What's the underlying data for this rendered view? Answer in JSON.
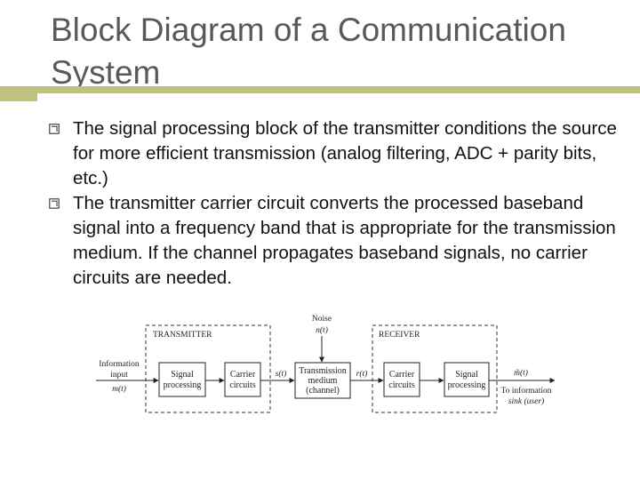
{
  "slide": {
    "title": "Block Diagram of a Communication System"
  },
  "bullets": [
    {
      "text": "The signal processing block of the transmitter conditions the source for more efficient transmission (analog filtering, ADC + parity bits, etc.)"
    },
    {
      "text": "The transmitter carrier circuit converts the processed baseband signal into a frequency band that is appropriate for the transmission medium. If the channel propagates baseband signals, no carrier circuits are needed."
    }
  ],
  "diagram": {
    "transmitter_label": "TRANSMITTER",
    "receiver_label": "RECEIVER",
    "noise_label": "Noise",
    "noise_signal": "n(t)",
    "input_label_1": "Information",
    "input_label_2": "input",
    "input_signal": "m(t)",
    "tx_signal_processing_1": "Signal",
    "tx_signal_processing_2": "processing",
    "tx_carrier_1": "Carrier",
    "tx_carrier_2": "circuits",
    "tx_output_signal": "s(t)",
    "channel_1": "Transmission",
    "channel_2": "medium",
    "channel_3": "(channel)",
    "rx_input_signal": "r(t)",
    "rx_carrier_1": "Carrier",
    "rx_carrier_2": "circuits",
    "rx_signal_processing_1": "Signal",
    "rx_signal_processing_2": "processing",
    "output_signal": "m̃(t)",
    "output_label_1": "To information",
    "output_label_2": "sink (user)"
  }
}
